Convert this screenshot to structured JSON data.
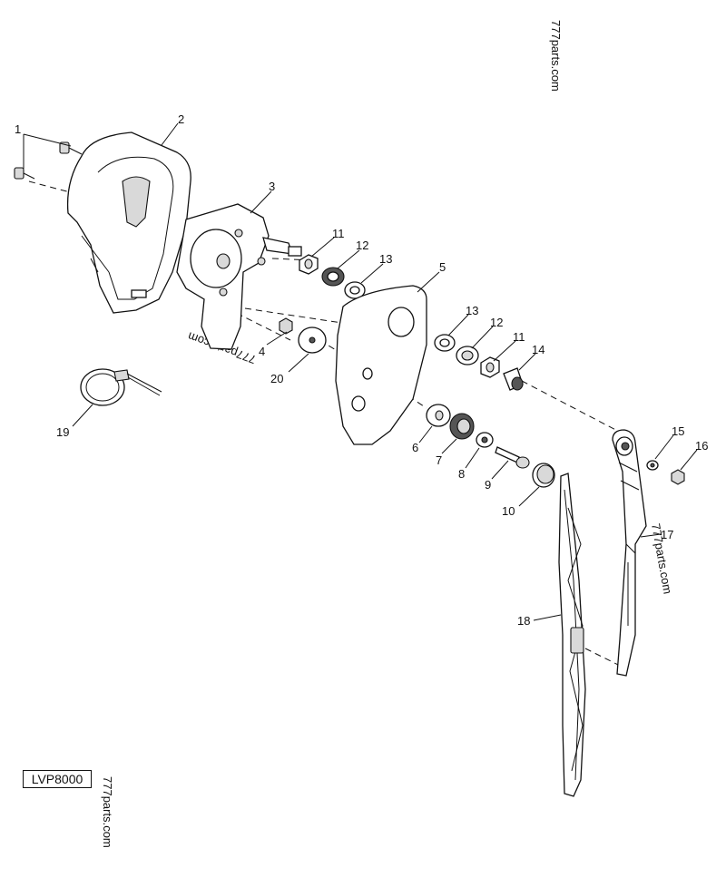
{
  "diagram": {
    "reference_code": "LVP8000",
    "watermarks": [
      "777parts.com",
      "777parts.com",
      "777parts.com",
      "777parts.com"
    ],
    "callouts": [
      {
        "id": "1",
        "label": "1"
      },
      {
        "id": "2",
        "label": "2"
      },
      {
        "id": "3",
        "label": "3"
      },
      {
        "id": "4",
        "label": "4"
      },
      {
        "id": "5",
        "label": "5"
      },
      {
        "id": "6",
        "label": "6"
      },
      {
        "id": "7",
        "label": "7"
      },
      {
        "id": "8",
        "label": "8"
      },
      {
        "id": "9",
        "label": "9"
      },
      {
        "id": "10",
        "label": "10"
      },
      {
        "id": "11a",
        "label": "11"
      },
      {
        "id": "12a",
        "label": "12"
      },
      {
        "id": "13a",
        "label": "13"
      },
      {
        "id": "13b",
        "label": "13"
      },
      {
        "id": "12b",
        "label": "12"
      },
      {
        "id": "11b",
        "label": "11"
      },
      {
        "id": "14",
        "label": "14"
      },
      {
        "id": "15",
        "label": "15"
      },
      {
        "id": "16",
        "label": "16"
      },
      {
        "id": "17",
        "label": "17"
      },
      {
        "id": "18",
        "label": "18"
      },
      {
        "id": "19",
        "label": "19"
      },
      {
        "id": "20",
        "label": "20"
      }
    ]
  }
}
